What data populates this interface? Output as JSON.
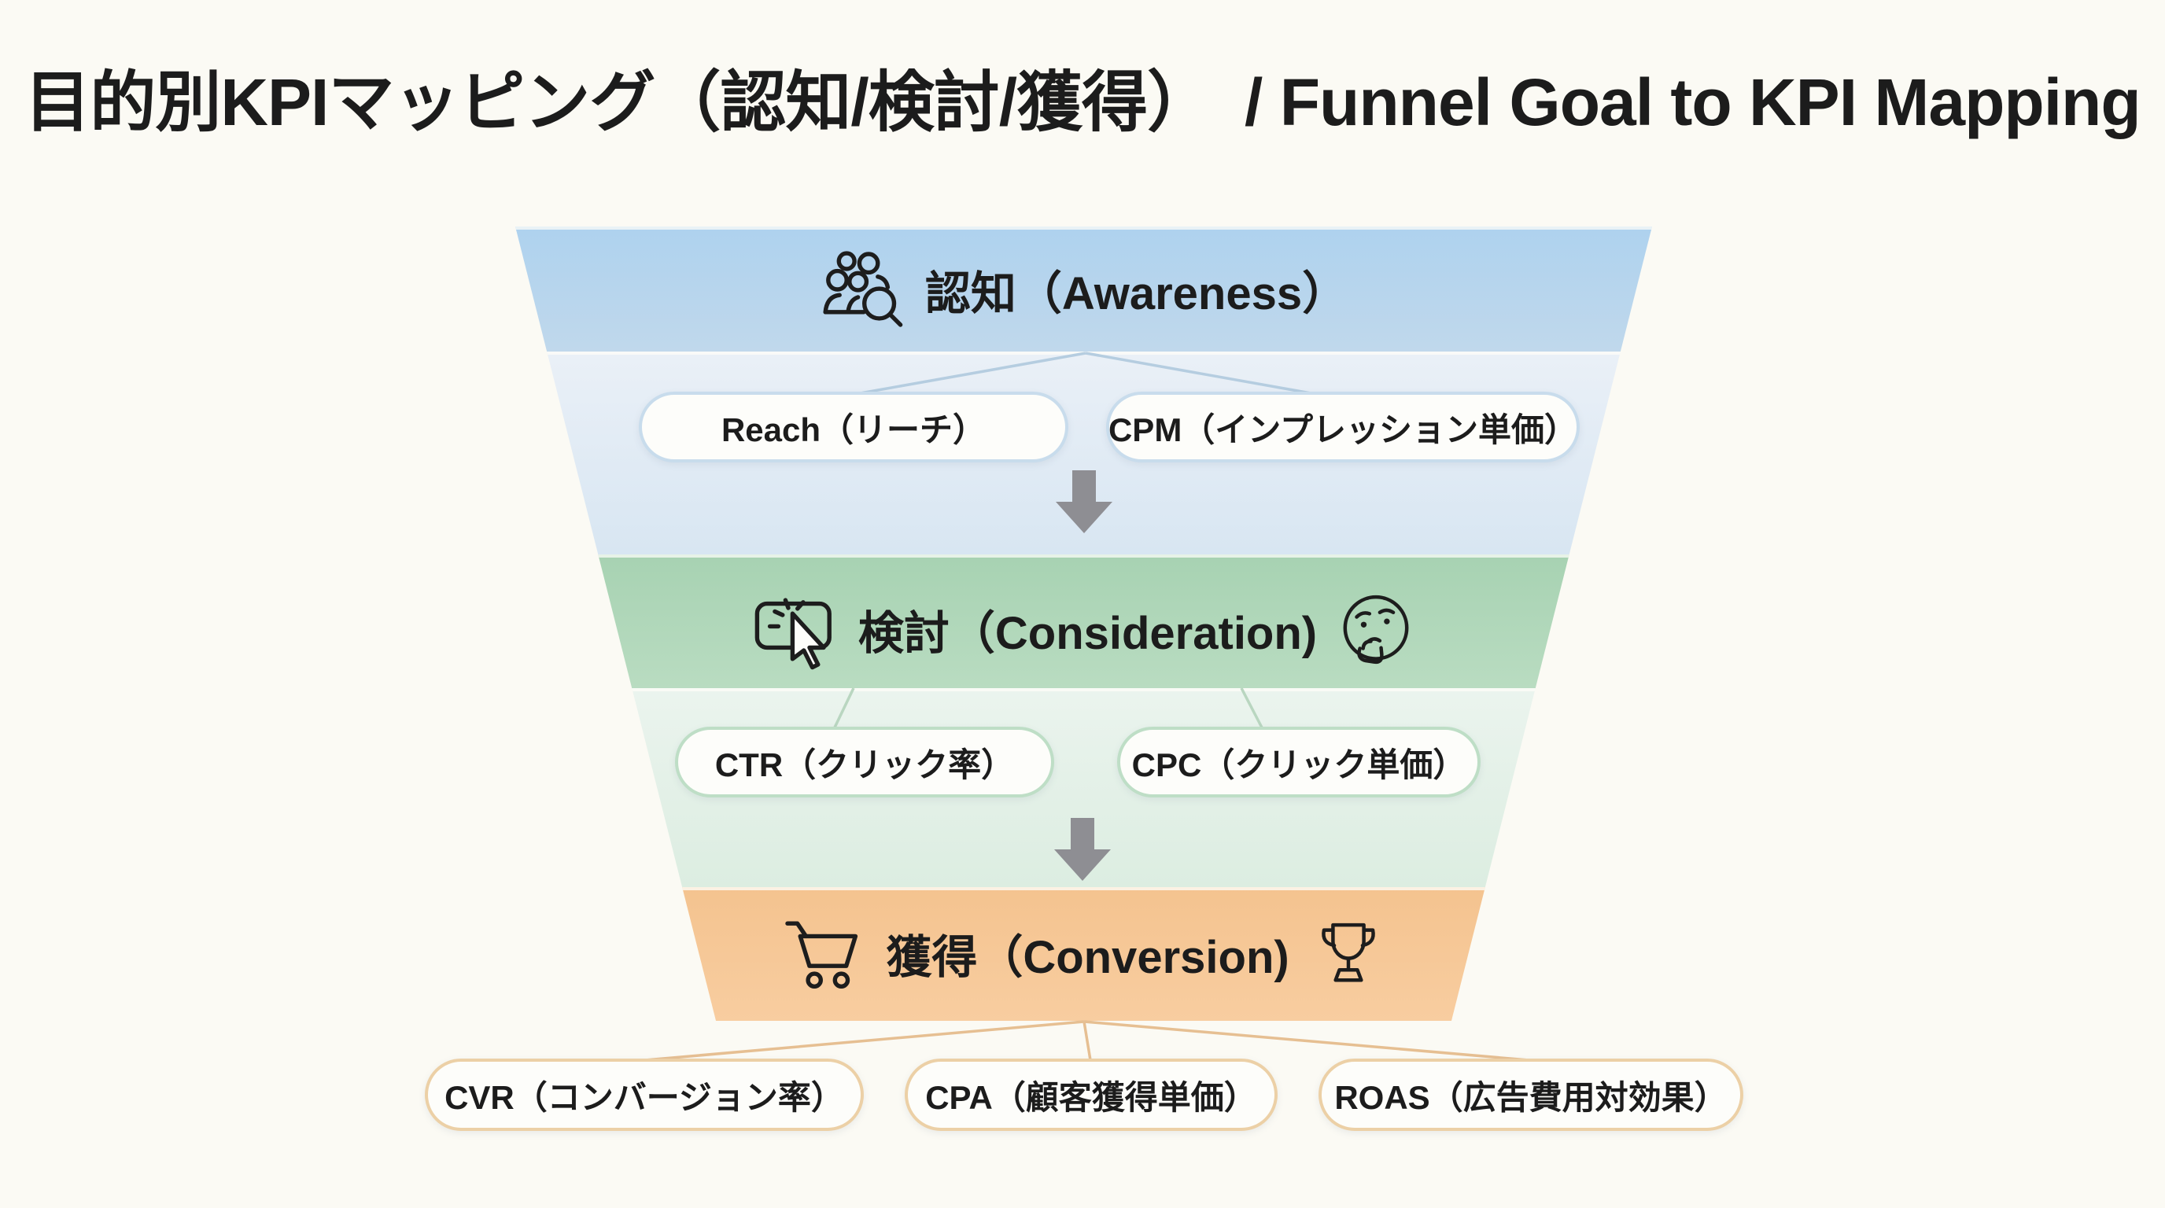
{
  "title": "目的別KPIマッピング（認知/検討/獲得）　/ Funnel Goal to KPI Mapping",
  "funnel": {
    "stages": [
      {
        "name": "awareness",
        "label": "認知（Awareness）",
        "icons": [
          "people-search"
        ],
        "kpis": [
          {
            "label": "Reach（リーチ）"
          },
          {
            "label": "CPM（インプレッション単価）"
          }
        ]
      },
      {
        "name": "consideration",
        "label": "検討（Consideration)",
        "icons": [
          "click-cursor",
          "thinking-face"
        ],
        "kpis": [
          {
            "label": "CTR（クリック率）"
          },
          {
            "label": "CPC（クリック単価）"
          }
        ]
      },
      {
        "name": "conversion",
        "label": "獲得（Conversion)",
        "icons": [
          "shopping-cart",
          "trophy"
        ],
        "kpis": [
          {
            "label": "CVR（コンバージョン率）"
          },
          {
            "label": "CPA（顧客獲得単価）"
          },
          {
            "label": "ROAS（広告費用対効果）"
          }
        ]
      }
    ]
  },
  "flow_arrows": {
    "count": 2,
    "direction": "down",
    "icon": "down-arrow"
  },
  "colors": {
    "background": "#fbfaf4",
    "text": "#1c1c1c",
    "awareness_band_top": "#aed2ee",
    "awareness_band_bottom": "#c0d8ec",
    "awareness_zone_top": "#eaf0f7",
    "awareness_zone_bottom": "#d8e6f2",
    "awareness_pill_border": "#c8dcec",
    "awareness_connector": "#b5cde0",
    "consideration_band_top": "#a7d2b2",
    "consideration_band_bottom": "#b9dcc1",
    "consideration_zone_top": "#ebf4ee",
    "consideration_zone_bottom": "#dcede1",
    "consideration_pill_border": "#bedec6",
    "consideration_connector": "#b9d6c0",
    "conversion_band_top": "#f4c38f",
    "conversion_band_bottom": "#f8cda0",
    "conversion_pill_border": "#ecd0a6",
    "conversion_connector": "#e6bf92",
    "pill_bg": "#fdfdfa",
    "arrow_gray": "#8e8e93",
    "icon_stroke": "#1d1d1d"
  }
}
